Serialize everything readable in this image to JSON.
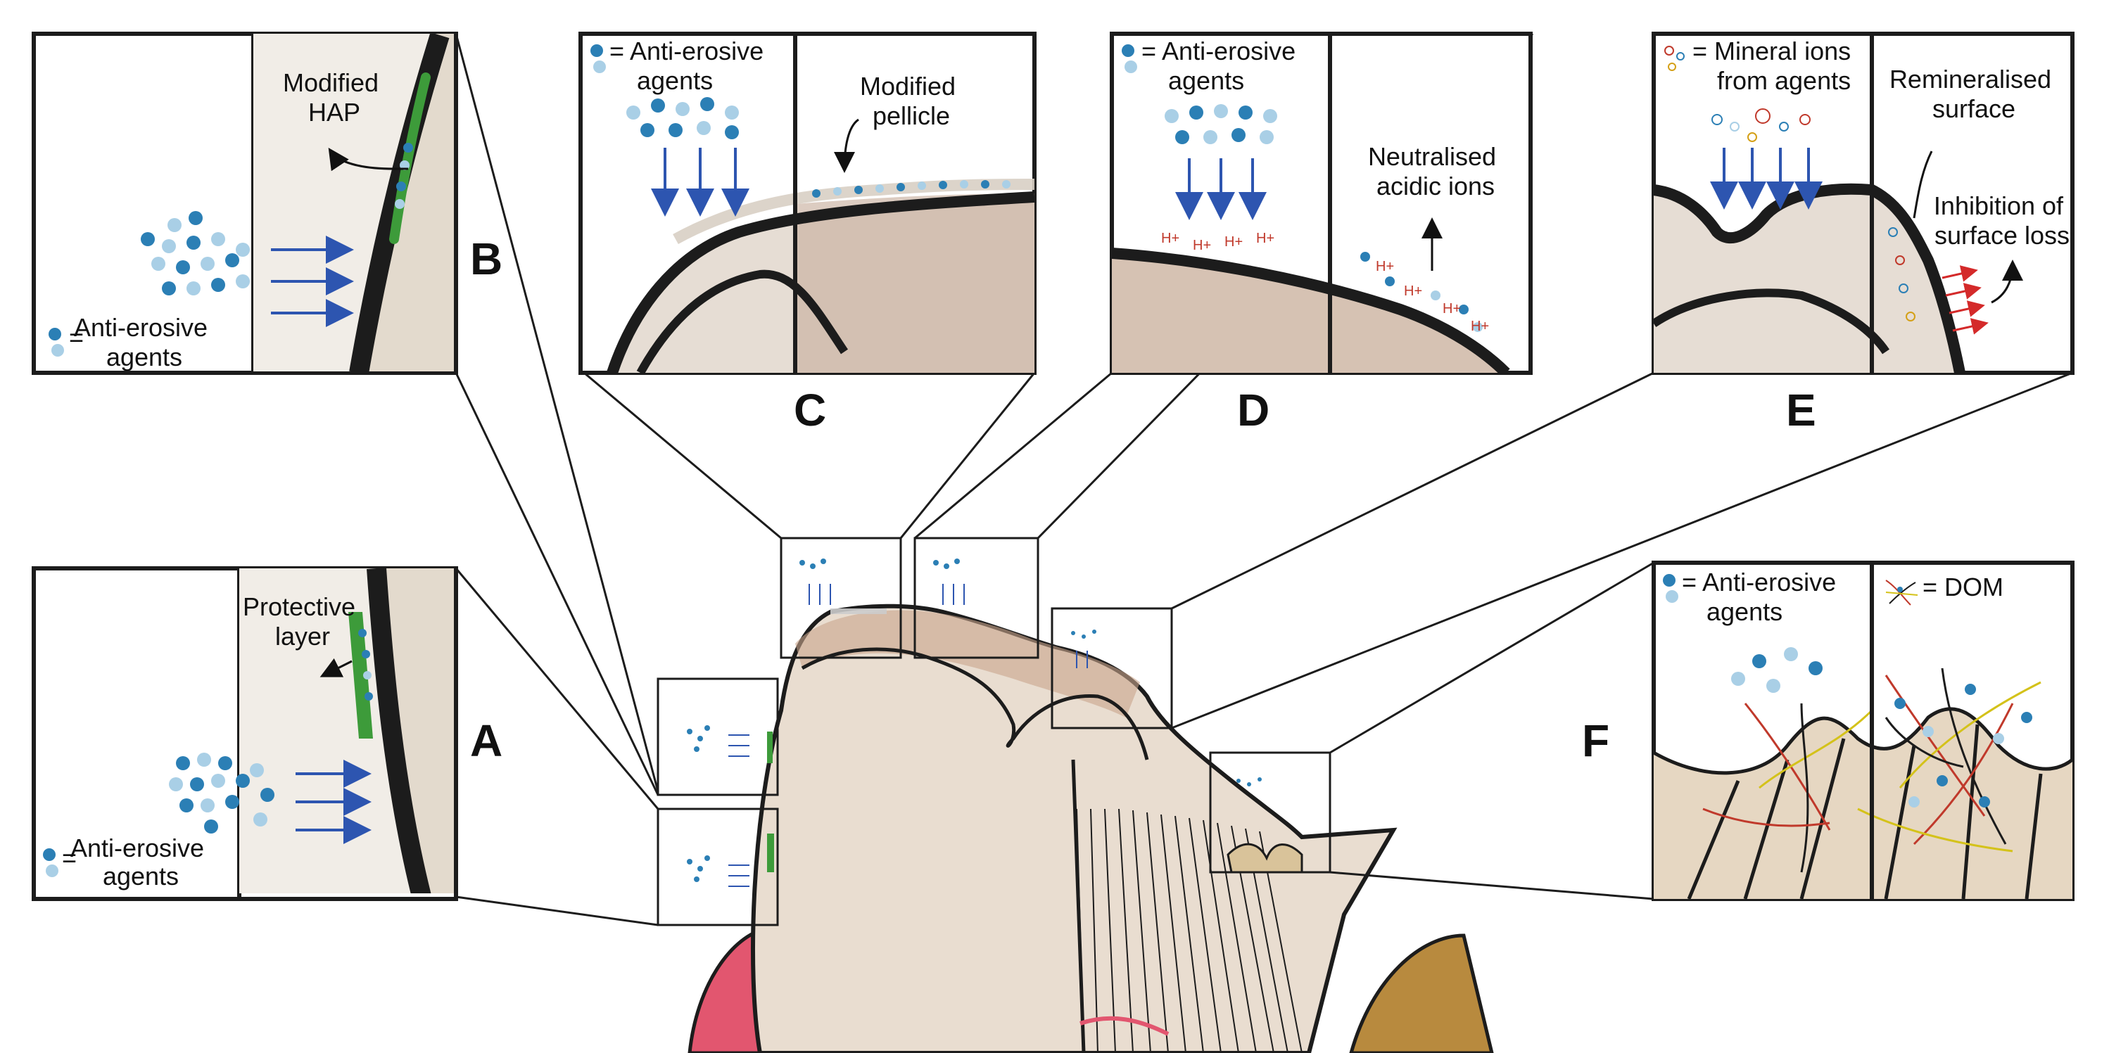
{
  "panels": {
    "A": {
      "letter": "A",
      "label_protective": [
        "Protective",
        "layer"
      ],
      "legend": [
        "Anti-erosive",
        "agents"
      ]
    },
    "B": {
      "letter": "B",
      "label_hap": [
        "Modified",
        "HAP"
      ],
      "legend": [
        "Anti-erosive",
        "agents"
      ]
    },
    "C": {
      "letter": "C",
      "legend": [
        "= Anti-erosive",
        "agents"
      ],
      "label_pellicle": [
        "Modified",
        "pellicle"
      ]
    },
    "D": {
      "letter": "D",
      "legend": [
        "= Anti-erosive",
        "agents"
      ],
      "label_neutral": [
        "Neutralised",
        "acidic ions"
      ],
      "ion": "H+"
    },
    "E": {
      "letter": "E",
      "legend": [
        "= Mineral ions",
        "from agents"
      ],
      "label_remin": [
        "Remineralised",
        "surface"
      ],
      "label_inhib": [
        "Inhibition of",
        "surface loss"
      ]
    },
    "F": {
      "letter": "F",
      "legend": [
        "= Anti-erosive",
        "agents"
      ],
      "legend_dom": "= DOM"
    },
    "equals": "="
  },
  "colors": {
    "agent_dark": "#2b7fb5",
    "agent_light": "#a9cfe6",
    "arrow": "#2d55b0",
    "enamel_border": "#1c1c1c",
    "tooth_fill": "#e9ddd0",
    "dentin": "#c9b3a4",
    "protective_layer": "#3d9b3a",
    "acid": "#c0392b",
    "gum": "#e2566f"
  }
}
